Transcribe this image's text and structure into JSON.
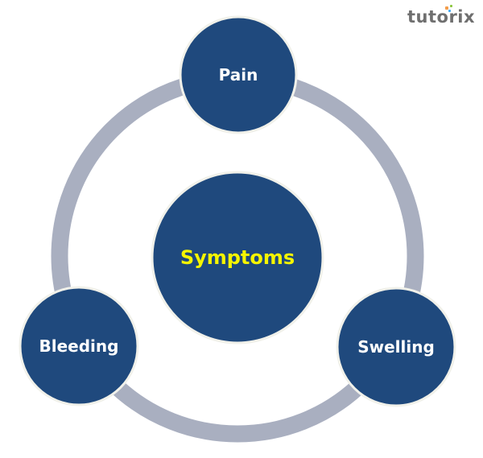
{
  "logo": {
    "text": "tutorix",
    "dot_colors": [
      "#f39c4a",
      "#8cc63f",
      "#3fa9f5"
    ]
  },
  "colors": {
    "ring": "#a9afc0",
    "node_fill": "#1f497d",
    "node_border": "#f1f1ea",
    "label_white": "#ffffff",
    "label_center": "#f5f500"
  },
  "diagram": {
    "center": {
      "label": "Symptoms"
    },
    "nodes": [
      {
        "id": "pain",
        "label": "Pain"
      },
      {
        "id": "swelling",
        "label": "Swelling"
      },
      {
        "id": "bleeding",
        "label": "Bleeding"
      }
    ]
  }
}
